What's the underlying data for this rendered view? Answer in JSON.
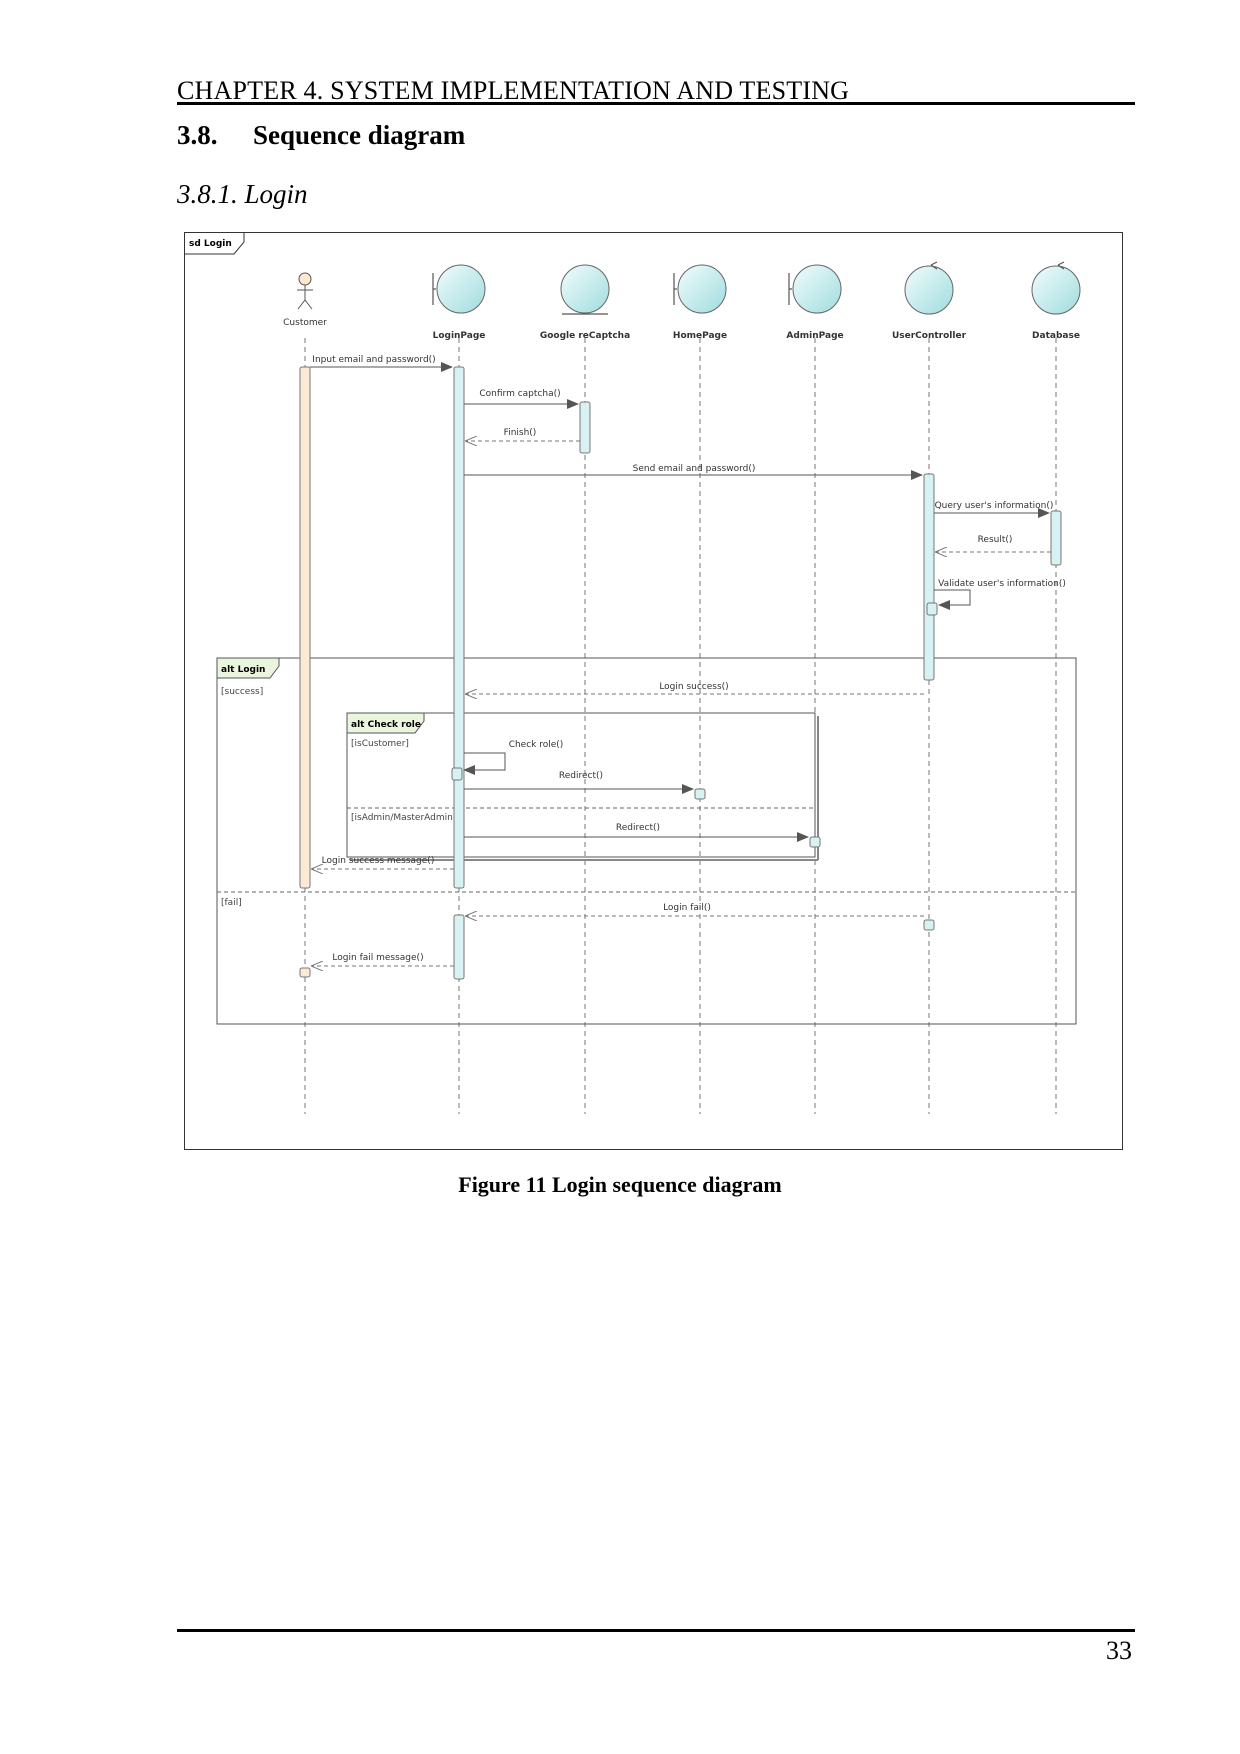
{
  "page": {
    "header": "CHAPTER 4. SYSTEM IMPLEMENTATION AND TESTING",
    "section_number": "3.8.",
    "section_title": "Sequence diagram",
    "subsection": "3.8.1.  Login",
    "caption": "Figure 11 Login sequence diagram",
    "page_number": "33"
  },
  "diagram": {
    "frame_label": "sd Login",
    "lifelines": [
      {
        "name": "Customer",
        "kind": "actor"
      },
      {
        "name": "LoginPage",
        "kind": "boundary"
      },
      {
        "name": "Google reCaptcha",
        "kind": "entity"
      },
      {
        "name": "HomePage",
        "kind": "boundary"
      },
      {
        "name": "AdminPage",
        "kind": "boundary"
      },
      {
        "name": "UserController",
        "kind": "control"
      },
      {
        "name": "Database",
        "kind": "control"
      }
    ],
    "messages": [
      {
        "label": "Input email and password()",
        "from": "Customer",
        "to": "LoginPage"
      },
      {
        "label": "Confirm captcha()",
        "from": "LoginPage",
        "to": "Google reCaptcha"
      },
      {
        "label": "Finish()",
        "from": "Google reCaptcha",
        "to": "LoginPage",
        "reply": true
      },
      {
        "label": "Send email and password()",
        "from": "LoginPage",
        "to": "UserController"
      },
      {
        "label": "Query user's information()",
        "from": "UserController",
        "to": "Database"
      },
      {
        "label": "Result()",
        "from": "Database",
        "to": "UserController",
        "reply": true
      },
      {
        "label": "Validate user's information()",
        "from": "UserController",
        "to": "UserController"
      },
      {
        "label": "Login success()",
        "from": "UserController",
        "to": "LoginPage",
        "reply": true
      },
      {
        "label": "Check role()",
        "from": "LoginPage",
        "to": "LoginPage"
      },
      {
        "label": "Redirect()",
        "from": "LoginPage",
        "to": "HomePage"
      },
      {
        "label": "Redirect()",
        "from": "LoginPage",
        "to": "AdminPage"
      },
      {
        "label": "Login success message()",
        "from": "LoginPage",
        "to": "Customer",
        "reply": true
      },
      {
        "label": "Login fail()",
        "from": "UserController",
        "to": "LoginPage",
        "reply": true
      },
      {
        "label": "Login fail message()",
        "from": "LoginPage",
        "to": "Customer",
        "reply": true
      }
    ],
    "fragments": {
      "outer": {
        "label": "alt Login",
        "guard_1": "[success]",
        "guard_2": "[fail]"
      },
      "inner": {
        "label": "alt Check role",
        "guard_1": "[isCustomer]",
        "guard_2": "[isAdmin/MasterAdmin]"
      }
    },
    "colors": {
      "lifeline_head": "#cfeff0",
      "activation": "#d8f1f2",
      "actor_activation": "#fbead6",
      "fragment_tab": "#eaf5dd",
      "line": "#555555"
    }
  }
}
